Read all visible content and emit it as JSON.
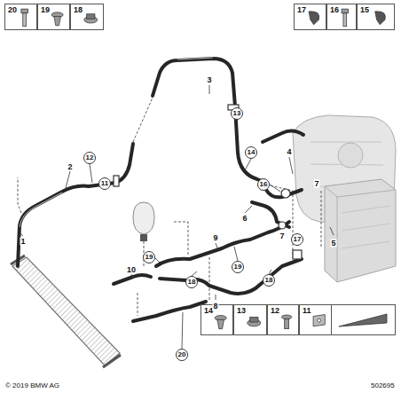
{
  "diagram": {
    "nodes": [
      {
        "text": [
          "20"
        ]
      },
      {
        "text": [
          "19"
        ]
      },
      {
        "text": [
          "18"
        ]
      },
      {
        "text": [
          "17"
        ]
      },
      {
        "text": [
          "16"
        ]
      },
      {
        "text": [
          "15"
        ]
      },
      {
        "text": [
          "14"
        ]
      },
      {
        "text": [
          "13"
        ]
      },
      {
        "text": [
          "12"
        ]
      },
      {
        "text": [
          "11"
        ]
      }
    ],
    "labels": [
      "3",
      "2",
      "1",
      "4",
      "7",
      "6",
      "7",
      "5",
      "9",
      "10",
      "8",
      "13",
      "12",
      "11",
      "14",
      "16",
      "17",
      "19",
      "18",
      "19",
      "18",
      "20",
      "© 2019 BMW AG",
      "502695"
    ]
  }
}
